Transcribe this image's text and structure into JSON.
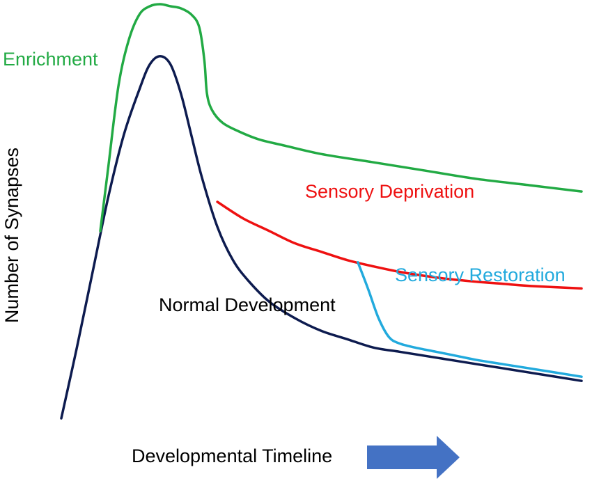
{
  "chart_data": {
    "type": "line",
    "xlabel": "Developmental Timeline",
    "ylabel": "Number of Synapses",
    "grid": false,
    "axes_visible": false,
    "xlim": [
      0,
      100
    ],
    "ylim": [
      0,
      100
    ],
    "series": [
      {
        "name": "Normal Development",
        "color": "#0d1b4f",
        "x": [
          0,
          3,
          6,
          9,
          12,
          15,
          17,
          19,
          21,
          23,
          25,
          27,
          30,
          33,
          36,
          40,
          45,
          50,
          55,
          60,
          65,
          70,
          75,
          80,
          85,
          90,
          100
        ],
        "y": [
          0,
          17,
          35,
          53,
          68,
          79,
          85,
          87,
          85,
          78,
          68,
          58,
          46,
          38,
          33,
          28,
          24,
          21,
          19,
          17,
          16,
          15,
          14,
          13,
          12,
          11,
          9
        ]
      },
      {
        "name": "Enrichment",
        "color": "#22aa44",
        "x": [
          7.5,
          9,
          11,
          13,
          15,
          17,
          19,
          21,
          23,
          25,
          26.5,
          27.5,
          28,
          29,
          31,
          34,
          38,
          43,
          50,
          60,
          70,
          80,
          90,
          100
        ],
        "y": [
          45,
          60,
          80,
          91,
          97,
          99,
          99.5,
          99,
          98.5,
          97,
          94,
          86,
          78,
          74,
          71,
          69,
          67,
          65.5,
          63.5,
          61.5,
          59.5,
          57.5,
          56,
          54.5
        ]
      },
      {
        "name": "Sensory Deprivation",
        "color": "#ee1111",
        "x": [
          30,
          35,
          40,
          45,
          50,
          55,
          60,
          65,
          70,
          75,
          80,
          85,
          90,
          100
        ],
        "y": [
          52,
          48,
          45,
          42,
          40,
          38,
          36.5,
          35.2,
          34.2,
          33.4,
          32.8,
          32.3,
          31.8,
          31.2
        ]
      },
      {
        "name": "Sensory Restoration",
        "color": "#22aadd",
        "x": [
          57,
          59,
          61,
          63,
          65,
          68,
          72,
          76,
          80,
          85,
          90,
          100
        ],
        "y": [
          37.5,
          31,
          24,
          19.5,
          18,
          17,
          16,
          15,
          14,
          13,
          12,
          10
        ]
      }
    ]
  },
  "labels": {
    "enrichment": "Enrichment",
    "sensory_deprivation": "Sensory Deprivation",
    "sensory_restoration": "Sensory Restoration",
    "normal_development": "Normal Development",
    "x_axis": "Developmental Timeline",
    "y_axis": "Number of Synapses"
  },
  "arrow_color": "#4472c4"
}
